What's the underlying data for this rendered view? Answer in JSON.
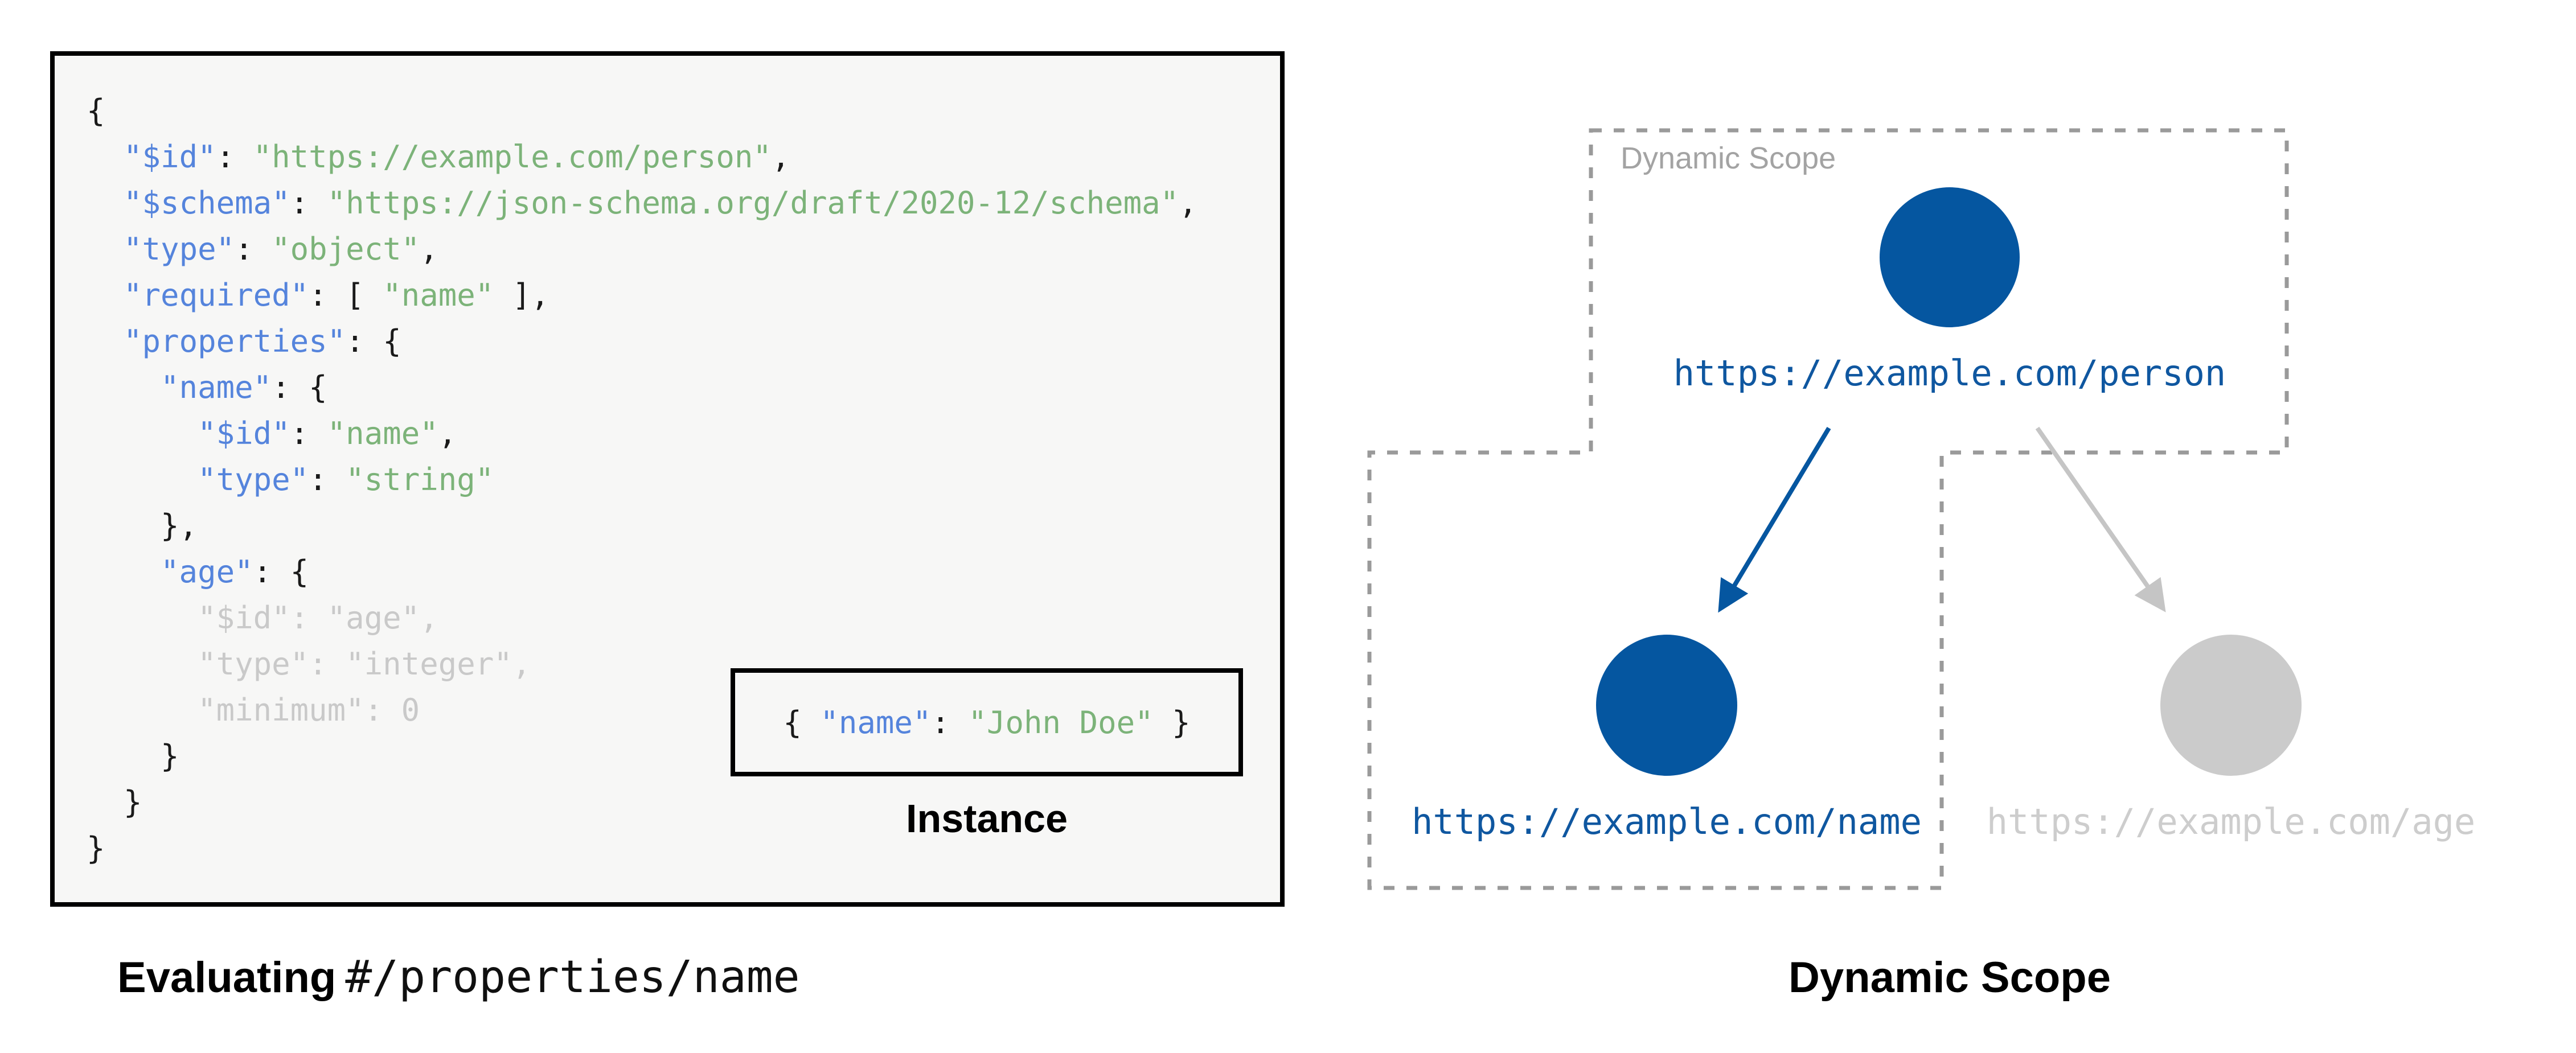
{
  "palette": {
    "panelBg": "#f7f7f6",
    "codeText": "#1a1a1a",
    "codeKey": "#5584dc",
    "codeStr": "#7cb379",
    "codeDim": "#c9c9c9",
    "nodeBlue": "#0556a0",
    "nodeGray": "#cbcbcb",
    "urlBlue": "#0f57a0",
    "urlGray": "#cdcdcd",
    "dashGray": "#9a9a9a",
    "arrowGray": "#c5c5c5",
    "scopeLabelGray": "#a3a3a3"
  },
  "schema_panel": {
    "instance_label": "Instance",
    "instance_tokens": [
      {
        "t": "{ ",
        "c": "p"
      },
      {
        "t": "\"name\"",
        "c": "k"
      },
      {
        "t": ": ",
        "c": "p"
      },
      {
        "t": "\"John Doe\"",
        "c": "s"
      },
      {
        "t": " }",
        "c": "p"
      }
    ],
    "code_lines": [
      [
        {
          "t": "{",
          "c": "p"
        }
      ],
      [
        {
          "t": "  ",
          "c": "p"
        },
        {
          "t": "\"$id\"",
          "c": "k"
        },
        {
          "t": ": ",
          "c": "p"
        },
        {
          "t": "\"https://example.com/person\"",
          "c": "s"
        },
        {
          "t": ",",
          "c": "p"
        }
      ],
      [
        {
          "t": "  ",
          "c": "p"
        },
        {
          "t": "\"$schema\"",
          "c": "k"
        },
        {
          "t": ": ",
          "c": "p"
        },
        {
          "t": "\"https://json-schema.org/draft/2020-12/schema\"",
          "c": "s"
        },
        {
          "t": ",",
          "c": "p"
        }
      ],
      [
        {
          "t": "  ",
          "c": "p"
        },
        {
          "t": "\"type\"",
          "c": "k"
        },
        {
          "t": ": ",
          "c": "p"
        },
        {
          "t": "\"object\"",
          "c": "s"
        },
        {
          "t": ",",
          "c": "p"
        }
      ],
      [
        {
          "t": "  ",
          "c": "p"
        },
        {
          "t": "\"required\"",
          "c": "k"
        },
        {
          "t": ": [ ",
          "c": "p"
        },
        {
          "t": "\"name\"",
          "c": "s"
        },
        {
          "t": " ],",
          "c": "p"
        }
      ],
      [
        {
          "t": "  ",
          "c": "p"
        },
        {
          "t": "\"properties\"",
          "c": "k"
        },
        {
          "t": ": {",
          "c": "p"
        }
      ],
      [
        {
          "t": "    ",
          "c": "p"
        },
        {
          "t": "\"name\"",
          "c": "k"
        },
        {
          "t": ": {",
          "c": "p"
        }
      ],
      [
        {
          "t": "      ",
          "c": "p"
        },
        {
          "t": "\"$id\"",
          "c": "k"
        },
        {
          "t": ": ",
          "c": "p"
        },
        {
          "t": "\"name\"",
          "c": "s"
        },
        {
          "t": ",",
          "c": "p"
        }
      ],
      [
        {
          "t": "      ",
          "c": "p"
        },
        {
          "t": "\"type\"",
          "c": "k"
        },
        {
          "t": ": ",
          "c": "p"
        },
        {
          "t": "\"string\"",
          "c": "s"
        }
      ],
      [
        {
          "t": "    },",
          "c": "p"
        }
      ],
      [
        {
          "t": "    ",
          "c": "p"
        },
        {
          "t": "\"age\"",
          "c": "k"
        },
        {
          "t": ": {",
          "c": "p"
        }
      ],
      [
        {
          "t": "      \"$id\": \"age\",",
          "c": "d"
        }
      ],
      [
        {
          "t": "      \"type\": \"integer\",",
          "c": "d"
        }
      ],
      [
        {
          "t": "      \"minimum\": 0",
          "c": "d"
        }
      ],
      [
        {
          "t": "    }",
          "c": "p"
        }
      ],
      [
        {
          "t": "  }",
          "c": "p"
        }
      ],
      [
        {
          "t": "}",
          "c": "p"
        }
      ]
    ]
  },
  "captions": {
    "left_bold": "Evaluating",
    "left_pointer": "#/properties/name",
    "right": "Dynamic Scope"
  },
  "diagram": {
    "scope_label": "Dynamic Scope",
    "nodes": [
      {
        "id": "person",
        "url": "https://example.com/person",
        "state": "in-scope"
      },
      {
        "id": "name",
        "url": "https://example.com/name",
        "state": "in-scope"
      },
      {
        "id": "age",
        "url": "https://example.com/age",
        "state": "out-of-scope"
      }
    ]
  }
}
